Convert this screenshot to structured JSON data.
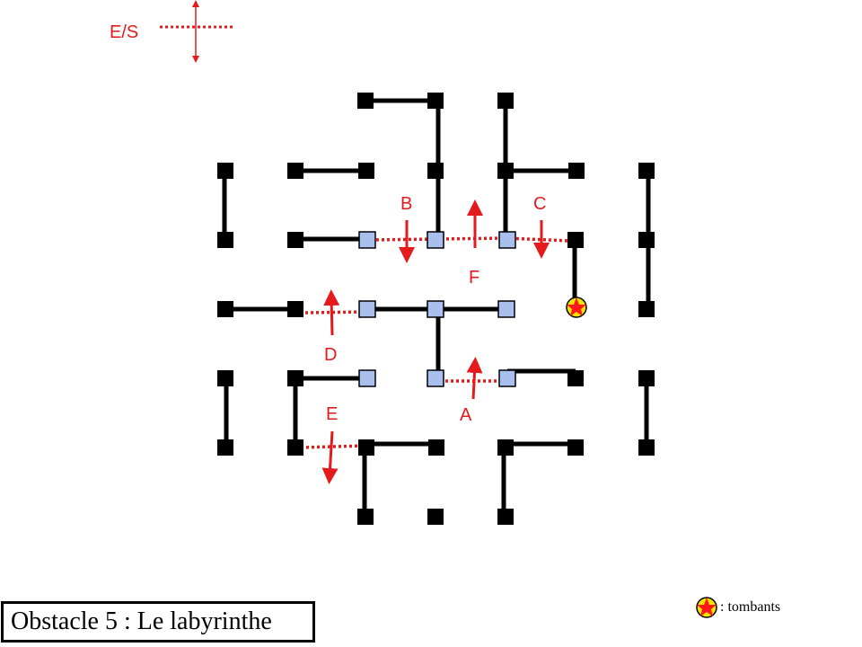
{
  "title": "Obstacle 5 : Le labyrinthe",
  "entry_exit_label": "E/S",
  "legend": {
    "icon": "star-icon",
    "text": ": tombants"
  },
  "door_labels": [
    "A",
    "B",
    "C",
    "D",
    "E",
    "F"
  ],
  "colors": {
    "wall_post": "#000000",
    "mobile_post": "#a9c0ee",
    "door": "#e41a1c",
    "star": "#ff1a1a",
    "star_bg": "#f4e400"
  }
}
